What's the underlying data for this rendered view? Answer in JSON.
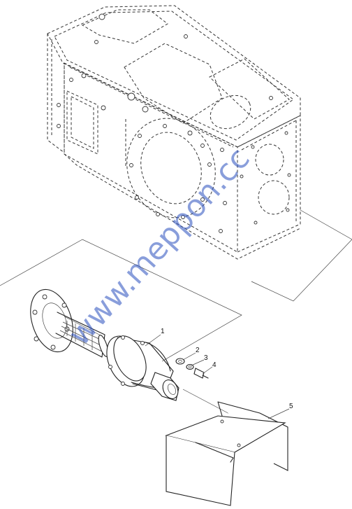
{
  "watermark": "www.meppon.cc",
  "callouts": [
    {
      "id": "callout-1",
      "label": "1"
    },
    {
      "id": "callout-2",
      "label": "2"
    },
    {
      "id": "callout-3",
      "label": "3"
    },
    {
      "id": "callout-4",
      "label": "4"
    },
    {
      "id": "callout-5",
      "label": "5"
    }
  ],
  "parts": {
    "housing": "transmission-housing",
    "flange_shaft": "splined-flange-shaft",
    "assembly": "pto-cover-assembly",
    "washer": "washer",
    "lock_washer": "lock-washer",
    "bolt": "bolt",
    "guard": "pto-shield"
  }
}
